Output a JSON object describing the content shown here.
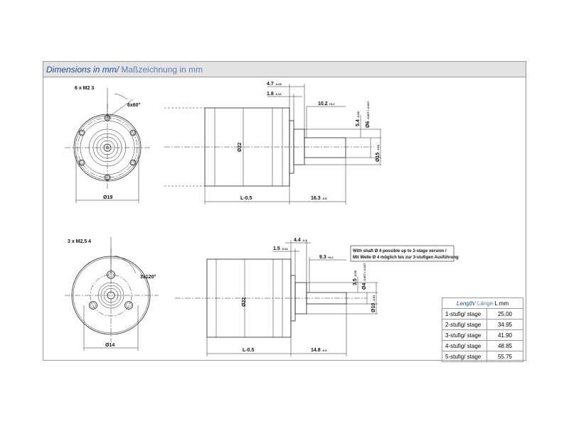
{
  "header": {
    "title_en": "Dimensions in mm/",
    "title_de": " Maßzeichnung in mm"
  },
  "top_view": {
    "holes_label": "6 x M2  3",
    "angle_label": "6x60°",
    "diameter_label": "Ø19",
    "body_diameter_label": "Ø22",
    "length_label": "L-0.5",
    "shaft_length": "16.3",
    "shaft_length_tol": "-0.8",
    "dim_4_7": "4.7",
    "dim_4_7_tol": "-0.05",
    "dim_1_8": "1.8",
    "dim_1_8_tol": "-0.01",
    "dim_10_2": "10.2",
    "dim_10_2_tol": "+0.2",
    "dim_5_4": "5.4",
    "dim_5_4_tol": "-0.05",
    "dim_d6": "Ø6",
    "dim_d6_tol": "-0.007 / -0.017",
    "dim_d15": "Ø15",
    "dim_d15_tol": "-0.01"
  },
  "bottom_view": {
    "holes_label": "3 x M2.5  4",
    "angle_label": "3x120°",
    "diameter_label": "Ø14",
    "body_diameter_label": "Ø22",
    "length_label": "L-0.5",
    "shaft_length": "14.8",
    "shaft_length_tol": "-0.5",
    "dim_4_4": "4.4",
    "dim_4_4_tol": "-0.3",
    "dim_1_5": "1.5",
    "dim_1_5_tol": "-0.01",
    "dim_9_3": "9.3",
    "dim_9_3_tol": "+0.2",
    "dim_3_5": "3.5",
    "dim_3_5_tol": "-0.05",
    "dim_d4": "Ø4",
    "dim_d4_tol": "-0.007 / -0.017",
    "dim_d10": "Ø10",
    "dim_d10_tol": "-0.01",
    "note_line1": "With shaft Ø 4 possible up to 3-stage version /",
    "note_line2": "Mit Welle Ø 4 möglich bis zur 3-stufigen Ausführung"
  },
  "length_table": {
    "header_italic": "Length/",
    "header_de": " Länge",
    "header_unit": "L mm",
    "rows": [
      {
        "stage": "1-stufig/ stage",
        "value": "25.00"
      },
      {
        "stage": "2-stufig/ stage",
        "value": "34.95"
      },
      {
        "stage": "3-stufig/ stage",
        "value": "41.90"
      },
      {
        "stage": "4-stufig/ stage",
        "value": "48.85"
      },
      {
        "stage": "5-stufig/ stage",
        "value": "55.75"
      }
    ]
  }
}
